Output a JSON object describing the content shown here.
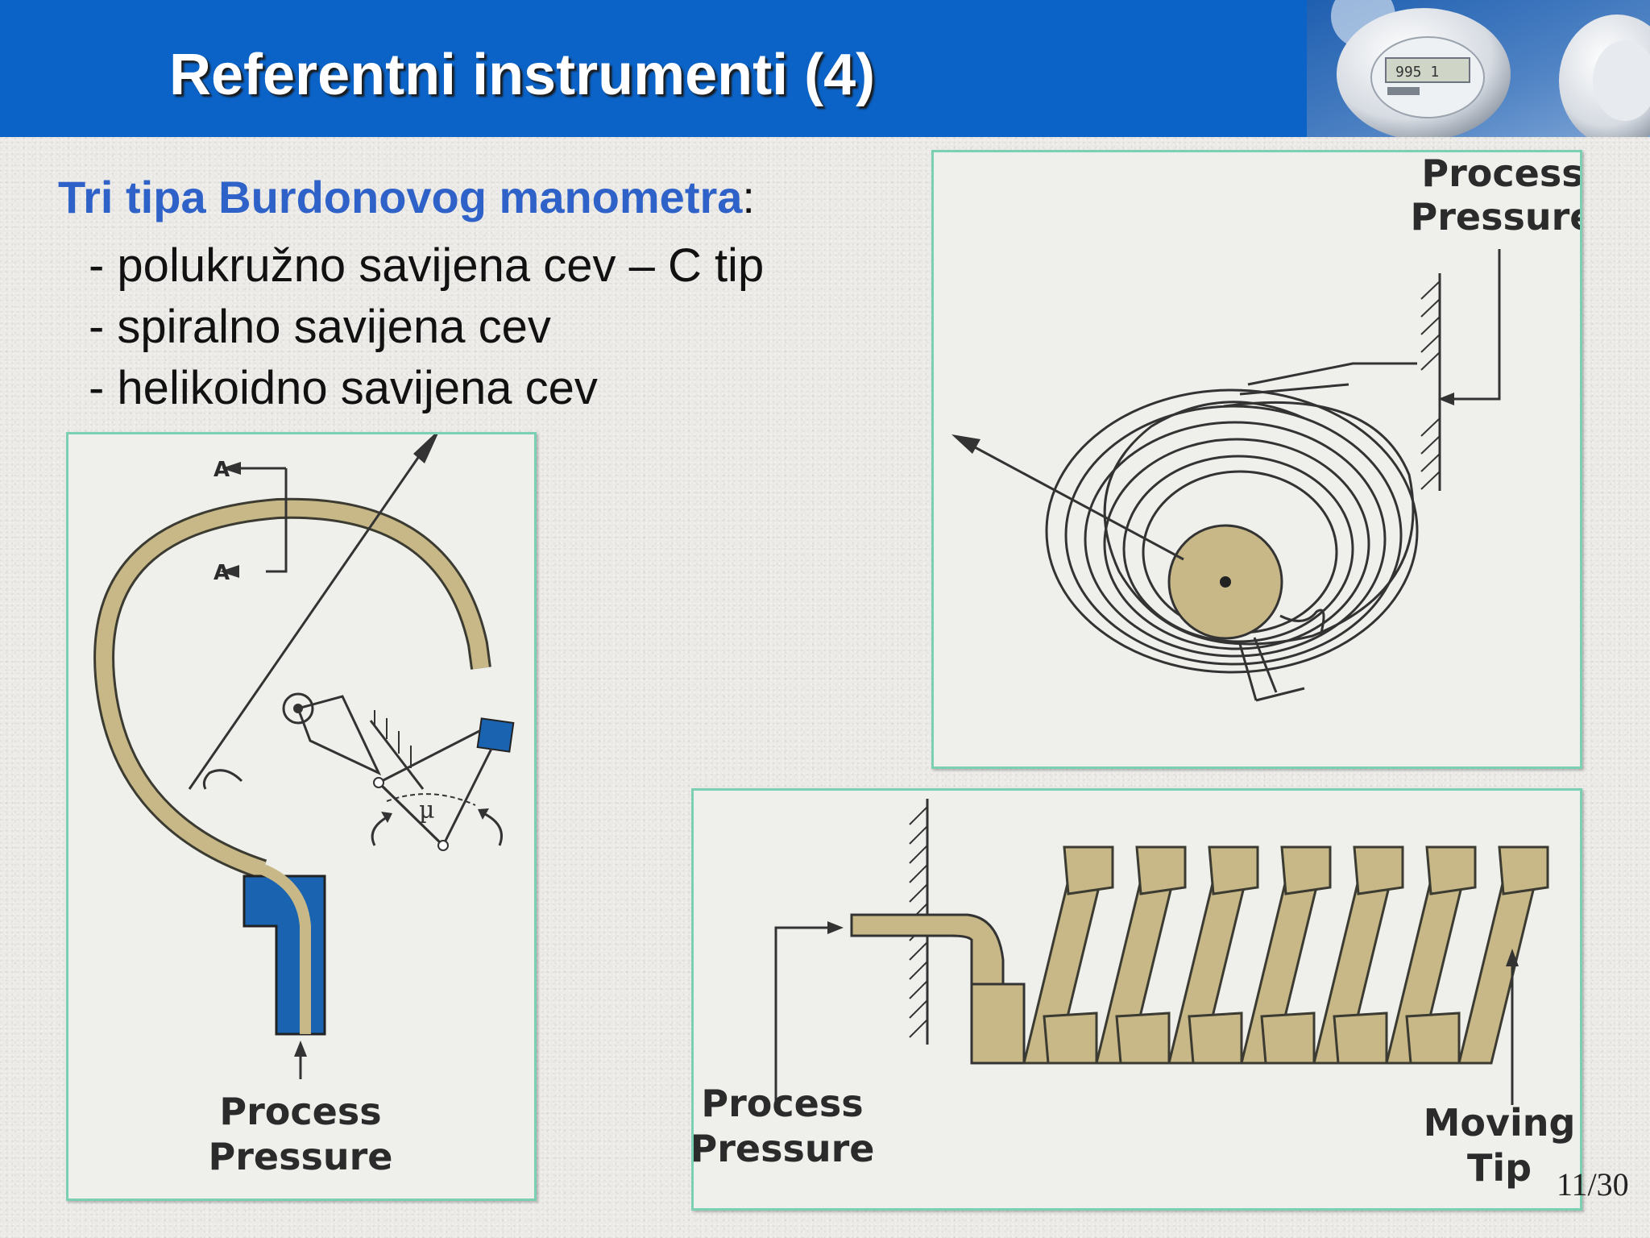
{
  "slide": {
    "title": "Referentni instrumenti (4)",
    "subtitle": {
      "highlight": "Tri tipa Burdonovog manometra",
      "suffix": ":"
    },
    "bullets": [
      "- polukružno savijena cev – C tip",
      "- spiralno savijena cev",
      "- helikoidno savijena cev"
    ],
    "page_number": "11/30"
  },
  "header_photo": {
    "meter_display": "995 1"
  },
  "diagrams": {
    "c_type": {
      "label_top": "A",
      "label_bottom": "A",
      "mu": "µ",
      "label_line1": "Process",
      "label_line2": "Pressure"
    },
    "spiral": {
      "label_line1": "Process",
      "label_line2": "Pressure"
    },
    "helical": {
      "input_line1": "Process",
      "input_line2": "Pressure",
      "tip_line1": "Moving",
      "tip_line2": "Tip"
    }
  },
  "colors": {
    "header_blue": "#0b63c8",
    "subtitle_highlight": "#2f62c8",
    "tube_tan": "#c8b887",
    "tube_outline": "#3b3b32",
    "fitting_blue": "#1a63b0",
    "panel_border": "#7bcfb3"
  }
}
